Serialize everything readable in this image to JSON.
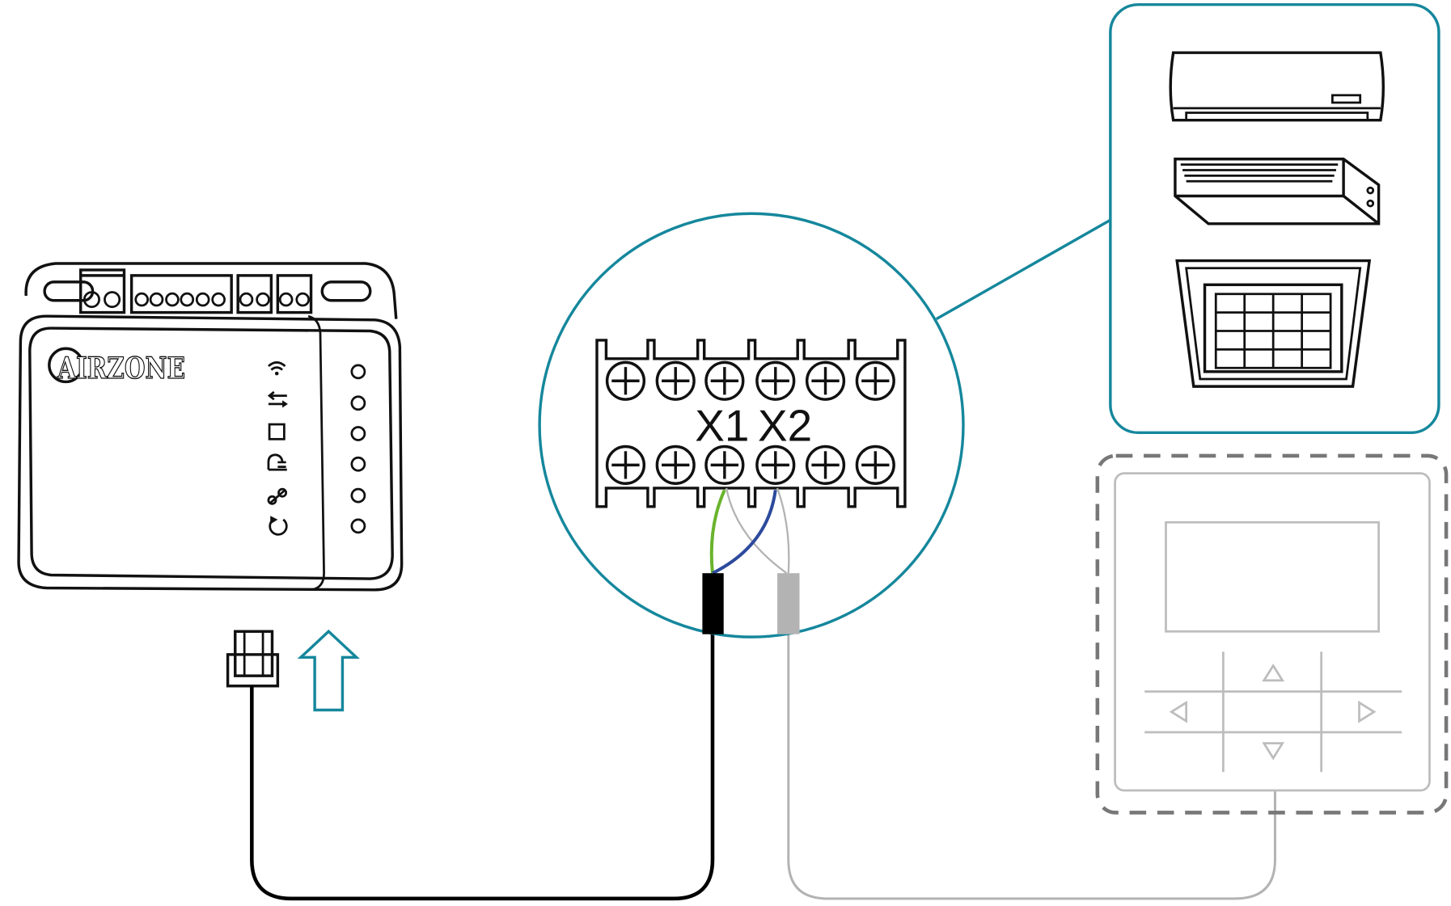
{
  "diagram": {
    "brand_logo": "AIRZONE",
    "terminal_labels": {
      "x1": "X1",
      "x2": "X2"
    },
    "colors": {
      "accent": "#15879c",
      "wire_green": "#6ab42d",
      "wire_blue": "#2c4a9c",
      "cable_black": "#000000",
      "cable_gray": "#b3b3b3",
      "dashed_border": "#777777"
    },
    "device_led_icons": [
      "wifi-icon",
      "transfer-arrows-icon",
      "chip-icon",
      "plug-icon",
      "link-icon",
      "reset-icon"
    ],
    "indoor_units": [
      "wall-split-unit",
      "ducted-unit",
      "cassette-unit"
    ]
  }
}
